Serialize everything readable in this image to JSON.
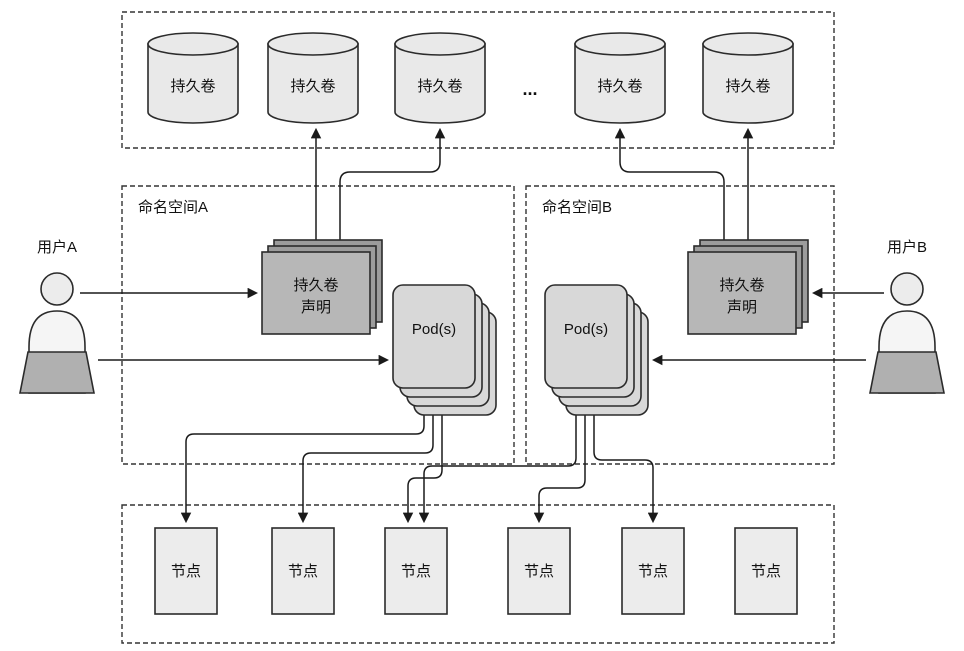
{
  "diagram": {
    "pv_group": {
      "volume_label": "持久卷",
      "ellipsis": "...",
      "cylinder_count": 5
    },
    "namespace_a": {
      "label": "命名空间A",
      "pvc_line1": "持久卷",
      "pvc_line2": "声明",
      "pods_label": "Pod(s)"
    },
    "namespace_b": {
      "label": "命名空间B",
      "pvc_line1": "持久卷",
      "pvc_line2": "声明",
      "pods_label": "Pod(s)"
    },
    "user_a": {
      "label": "用户A"
    },
    "user_b": {
      "label": "用户B"
    },
    "nodes_group": {
      "node_label": "节点",
      "node_count": 6
    },
    "colors": {
      "outline": "#2b2b2b",
      "cylinder_fill": "#e9e9e9",
      "pvc_front_fill": "#b7b7b7",
      "pvc_back_fill": "#9c9c9c",
      "pod_fill": "#d8d8d8",
      "node_fill": "#ececec",
      "laptop_fill": "#b0b0b0",
      "background": "#ffffff"
    }
  }
}
